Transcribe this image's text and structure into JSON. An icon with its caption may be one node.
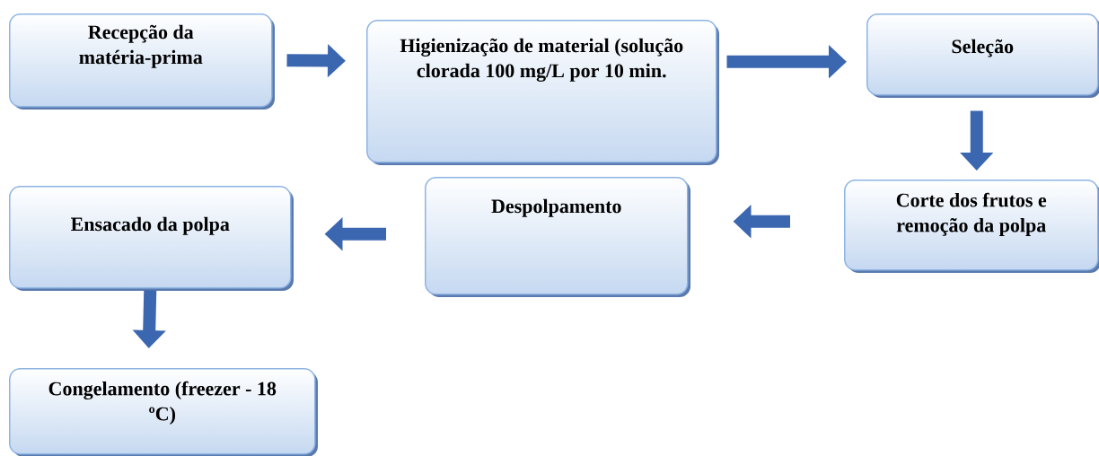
{
  "diagram": {
    "nodes": [
      {
        "text": [
          "Recepção da matéria-prima"
        ]
      },
      {
        "text": [
          "Higienização de material (solução clorada 100 mg/L por 10 min."
        ]
      },
      {
        "text": [
          "Seleção"
        ]
      },
      {
        "text": [
          "Ensacado da polpa"
        ]
      },
      {
        "text": [
          "Despolpamento"
        ]
      },
      {
        "text": [
          "Corte dos frutos e remoção da polpa"
        ]
      },
      {
        "text": [
          "Congelamento (freezer - 18 ºC)"
        ]
      }
    ],
    "edges": [
      {
        "from": 0,
        "to": 1,
        "arrow": "to"
      },
      {
        "from": 1,
        "to": 2,
        "arrow": "to"
      },
      {
        "from": 2,
        "to": 5,
        "arrow": "to"
      },
      {
        "from": 5,
        "to": 4,
        "arrow": "to"
      },
      {
        "from": 4,
        "to": 3,
        "arrow": "to"
      },
      {
        "from": 3,
        "to": 6,
        "arrow": "to"
      }
    ]
  }
}
